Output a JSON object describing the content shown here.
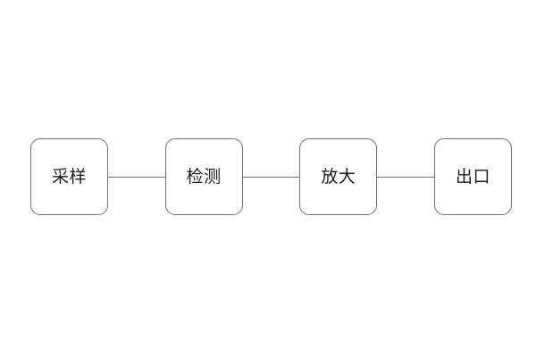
{
  "diagram": {
    "type": "flowchart-linear",
    "orientation": "horizontal",
    "background_color": "#ffffff",
    "node_border_color": "#6f6f6f",
    "node_fill_color": "#ffffff",
    "connector_color": "#6f6f6f",
    "label_color": "#1c1c1c",
    "nodes": [
      {
        "id": "node-1",
        "label": "采样"
      },
      {
        "id": "node-2",
        "label": "检测"
      },
      {
        "id": "node-3",
        "label": "放大"
      },
      {
        "id": "node-4",
        "label": "出口"
      }
    ],
    "connectors": [
      {
        "id": "connector-1",
        "from": "node-1",
        "to": "node-2"
      },
      {
        "id": "connector-2",
        "from": "node-2",
        "to": "node-3"
      },
      {
        "id": "connector-3",
        "from": "node-3",
        "to": "node-4"
      }
    ]
  }
}
